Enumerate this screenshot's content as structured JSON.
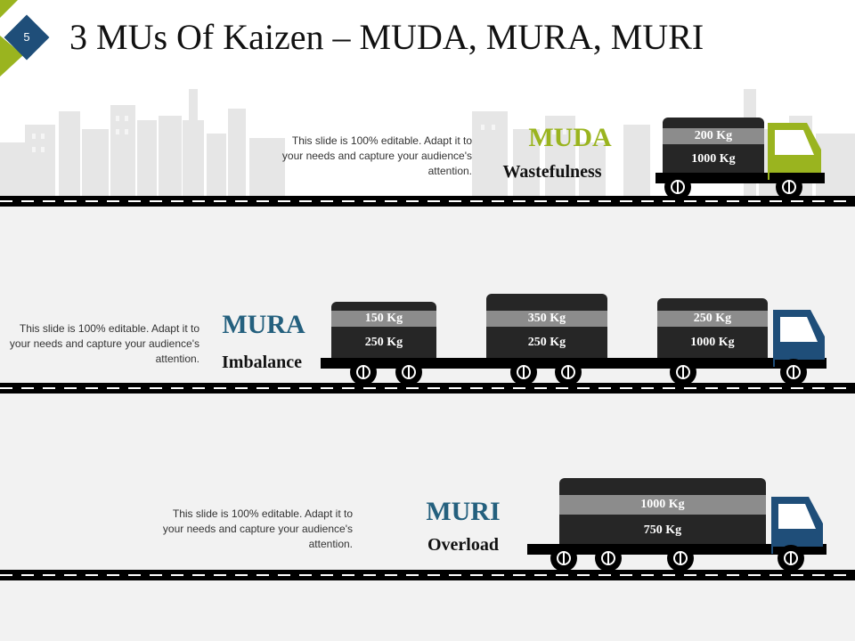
{
  "slide": {
    "number": "5",
    "title": "3 MUs Of Kaizen – MUDA, MURA, MURI"
  },
  "colors": {
    "green": "#9ab41f",
    "blue": "#1f4e79",
    "teal": "#24607e",
    "dark": "#262626",
    "band": "#8c8c8c"
  },
  "sections": {
    "muda": {
      "heading": "MUDA",
      "subheading": "Wastefulness",
      "description": "This slide is 100% editable. Adapt it to your needs and capture your audience's attention.",
      "cargo": [
        {
          "top": "200 Kg",
          "bottom": "1000 Kg"
        }
      ]
    },
    "mura": {
      "heading": "MURA",
      "subheading": "Imbalance",
      "description": "This slide is 100% editable. Adapt it to your needs and capture your audience's attention.",
      "cargo": [
        {
          "top": "150 Kg",
          "bottom": "250 Kg"
        },
        {
          "top": "350 Kg",
          "bottom": "250 Kg"
        },
        {
          "top": "250 Kg",
          "bottom": "1000 Kg"
        }
      ]
    },
    "muri": {
      "heading": "MURI",
      "subheading": "Overload",
      "description": "This slide is 100% editable. Adapt it to your needs and capture your audience's attention.",
      "cargo": [
        {
          "top": "1000 Kg",
          "bottom": "750 Kg"
        }
      ]
    }
  }
}
